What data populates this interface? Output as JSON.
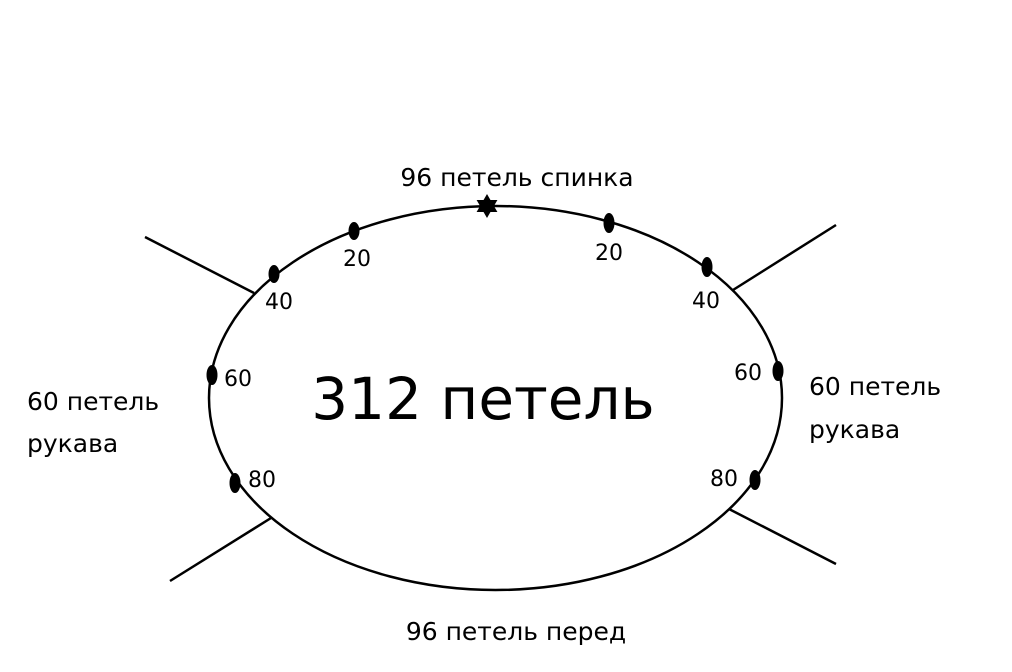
{
  "top_label": "96 петель спинка",
  "bottom_label": "96 петель перед",
  "center_label": "312 петель",
  "left_sleeve": {
    "line1": "60 петель",
    "line2": "рукава"
  },
  "right_sleeve": {
    "line1": "60 петель",
    "line2": "рукава"
  },
  "marker_labels_left": [
    "20",
    "40",
    "60",
    "80"
  ],
  "marker_labels_right": [
    "20",
    "40",
    "60",
    "80"
  ],
  "center_marker_icon": "six-point-star-icon",
  "marker_icon": "oval-dot-icon",
  "stroke_color": "#000000"
}
